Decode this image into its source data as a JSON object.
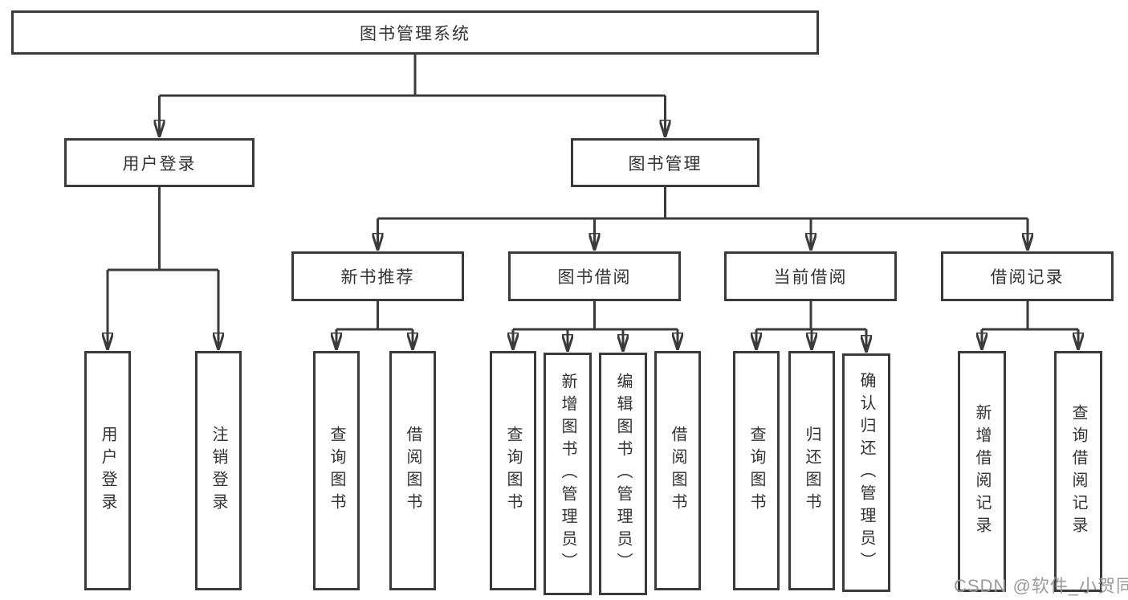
{
  "diagram": {
    "title": "图书管理系统",
    "branches": [
      {
        "label": "用户登录",
        "children": [
          {
            "label": "用户登录"
          },
          {
            "label": "注销登录"
          }
        ]
      },
      {
        "label": "图书管理",
        "children": [
          {
            "label": "新书推荐",
            "children": [
              {
                "label": "查询图书"
              },
              {
                "label": "借阅图书"
              }
            ]
          },
          {
            "label": "图书借阅",
            "children": [
              {
                "label": "查询图书"
              },
              {
                "label": "新增图书（管理员）"
              },
              {
                "label": "编辑图书（管理员）"
              },
              {
                "label": "借阅图书"
              }
            ]
          },
          {
            "label": "当前借阅",
            "children": [
              {
                "label": "查询图书"
              },
              {
                "label": "归还图书"
              },
              {
                "label": "确认归还（管理员）"
              }
            ]
          },
          {
            "label": "借阅记录",
            "children": [
              {
                "label": "新增借阅记录"
              },
              {
                "label": "查询借阅记录"
              }
            ]
          }
        ]
      }
    ]
  },
  "watermark": {
    "text": "CSDN @软件_小贺同学",
    "color": "#9b9b9b"
  },
  "colors": {
    "line": "#3b3b3b",
    "box_border": "#3a3a3a",
    "text": "#333333",
    "background": "#ffffff"
  }
}
